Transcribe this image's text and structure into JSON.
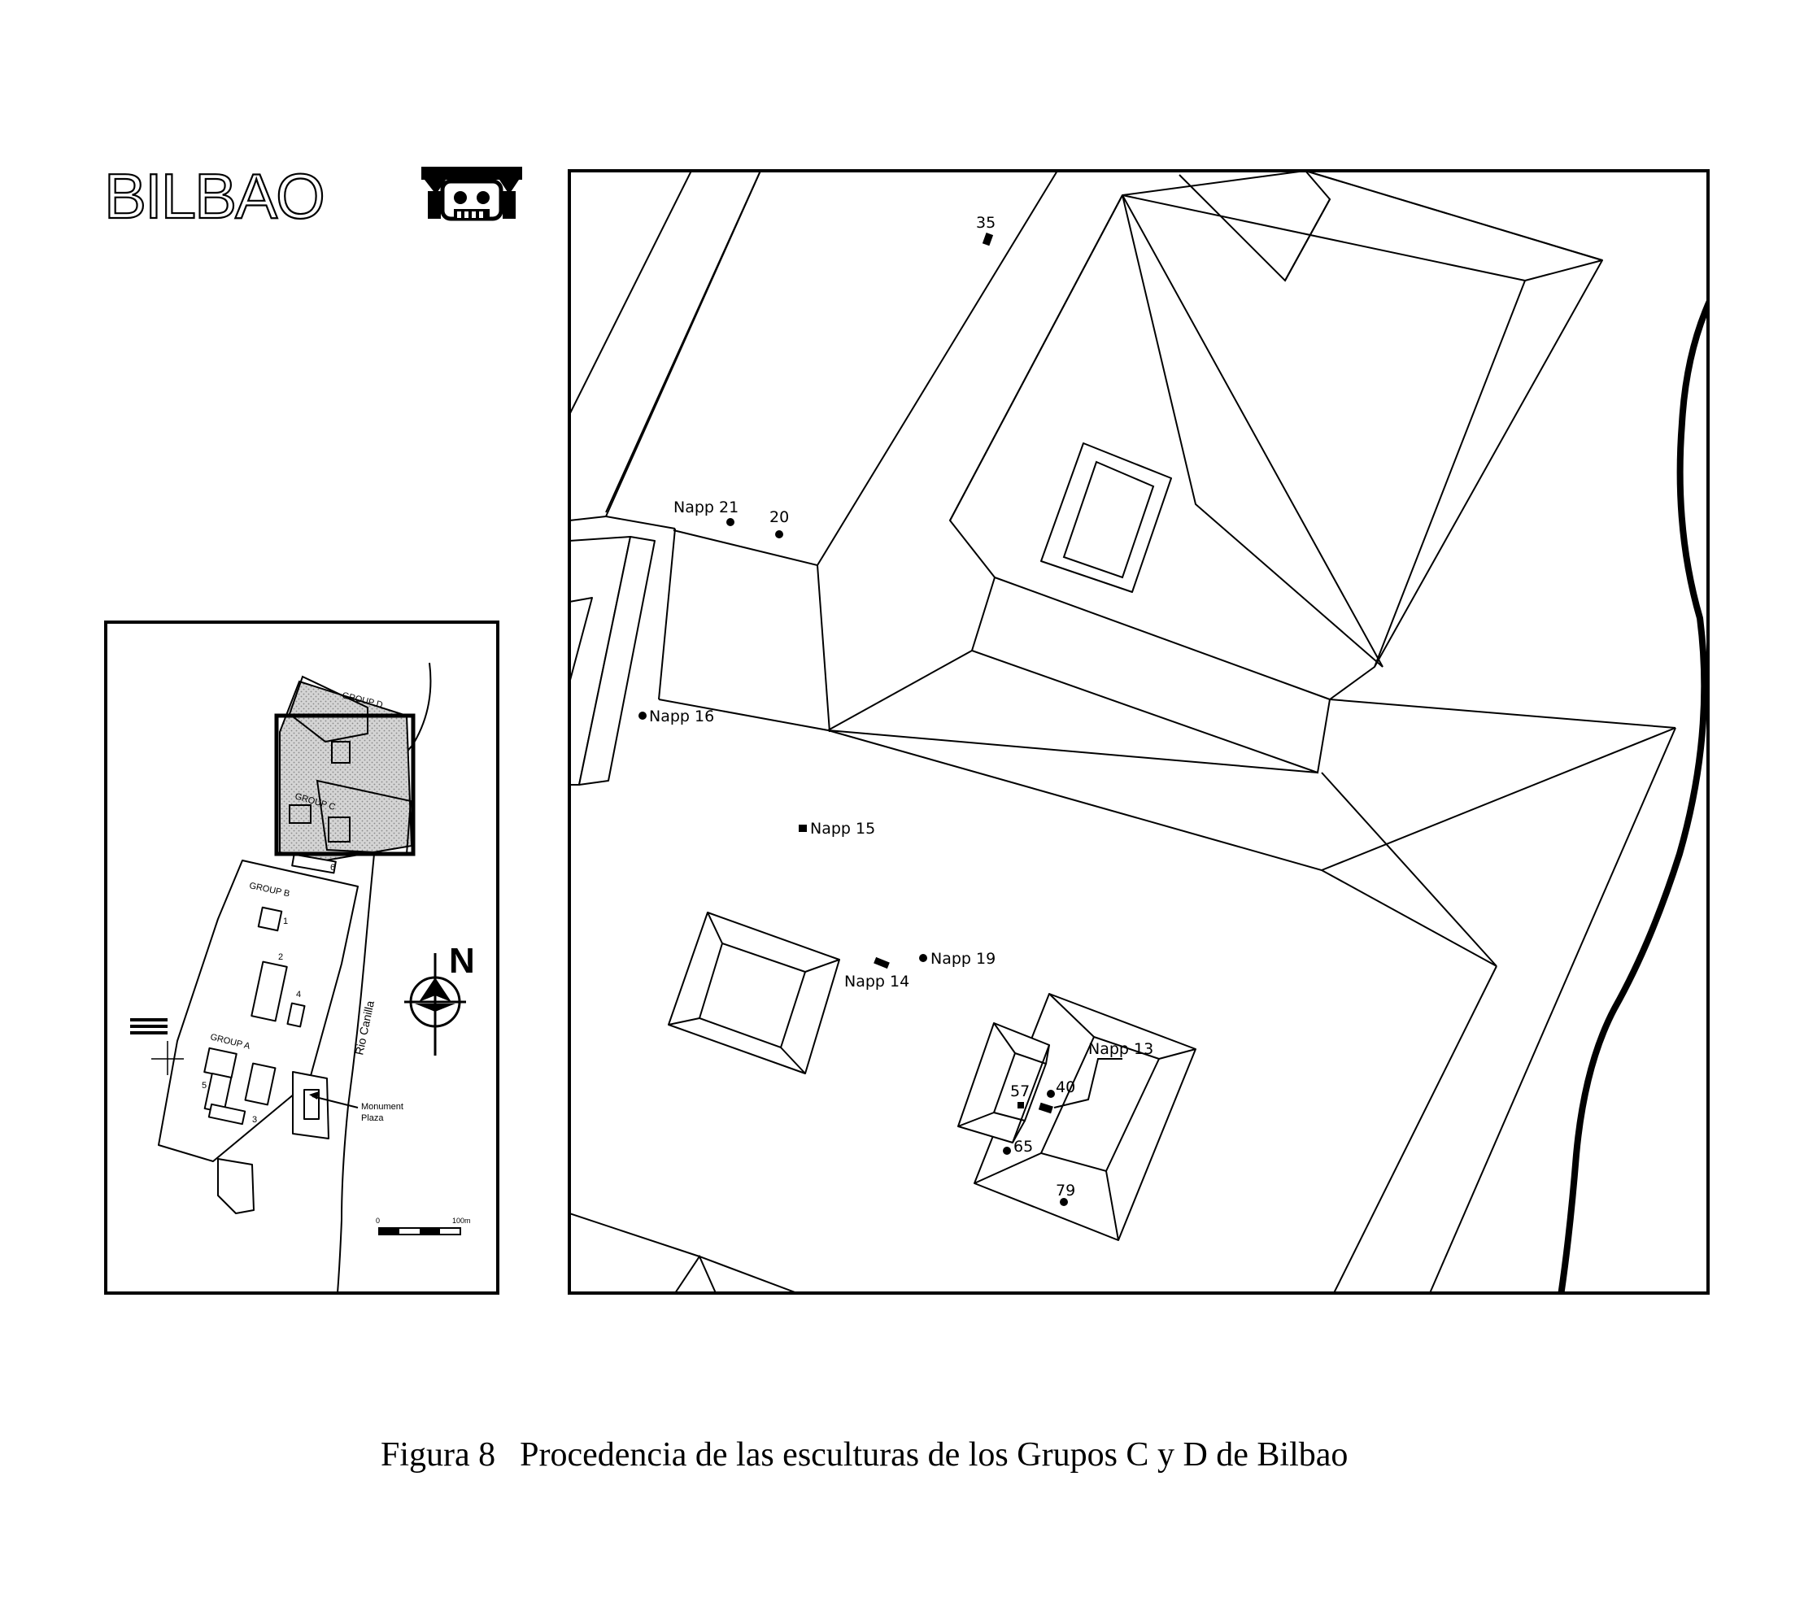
{
  "site_title": "BILBAO",
  "logo": {
    "icon": "carved-face-glyph-icon"
  },
  "inset": {
    "groups": [
      "GROUP D",
      "GROUP C",
      "GROUP B",
      "GROUP A"
    ],
    "river": "Rio Canilla",
    "monument_plaza": [
      "Monument",
      "Plaza"
    ],
    "north": "N",
    "scale_start": "0",
    "scale_end": "100m",
    "structure_numbers": [
      "1",
      "2",
      "3",
      "4",
      "5",
      "6"
    ]
  },
  "detail_labels": {
    "napp21": "Napp 21",
    "n20": "20",
    "n35": "35",
    "napp16": "Napp 16",
    "napp15": "Napp 15",
    "napp19": "Napp 19",
    "napp14": "Napp 14",
    "napp13": "Napp 13",
    "n57": "57",
    "n40": "40",
    "n65": "65",
    "n79": "79"
  },
  "caption": {
    "figure": "Figura 8",
    "text": "Procedencia de las esculturas de los Grupos C y D de Bilbao"
  }
}
